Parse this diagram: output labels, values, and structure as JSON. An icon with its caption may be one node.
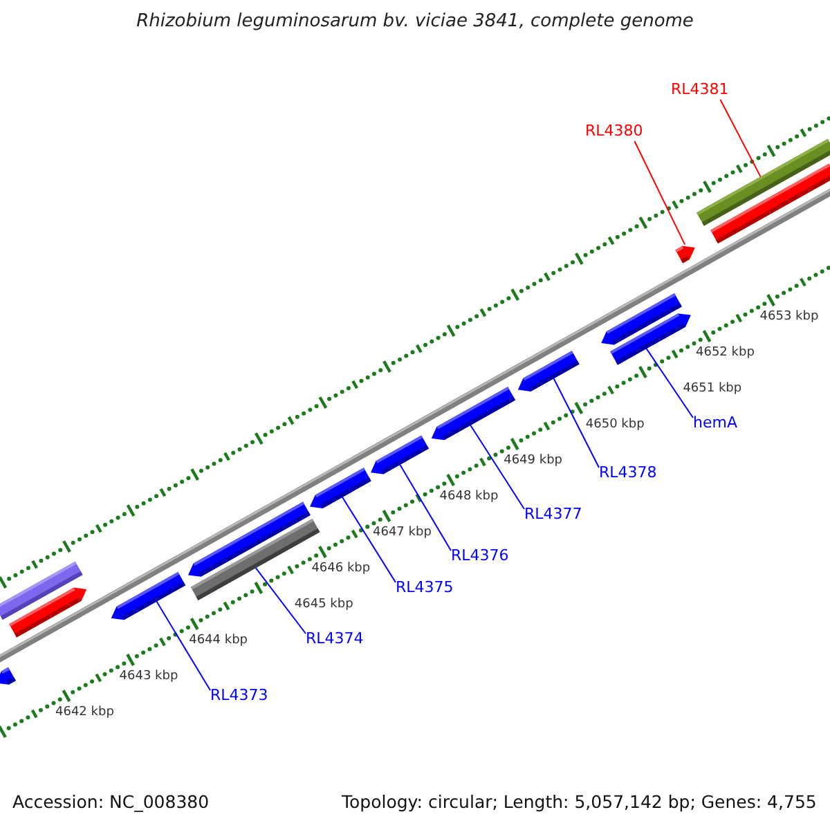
{
  "diagram": {
    "title": "Rhizobium leguminosarum bv. viciae 3841, complete genome",
    "nodes": [
      {
        "text": [
          "RL4381"
        ]
      },
      {
        "text": [
          "RL4380"
        ]
      },
      {
        "text": [
          "hemA"
        ]
      },
      {
        "text": [
          "RL4378"
        ]
      },
      {
        "text": [
          "RL4377"
        ]
      },
      {
        "text": [
          "RL4376"
        ]
      },
      {
        "text": [
          "RL4375"
        ]
      },
      {
        "text": [
          "RL4374"
        ]
      },
      {
        "text": [
          "RL4373"
        ]
      },
      {
        "text": [],
        "shape": "bar"
      },
      {
        "text": [],
        "shape": "pentagon"
      },
      {
        "text": [],
        "shape": "pentagon"
      },
      {
        "text": [],
        "shape": "pentagon"
      },
      {
        "text": [],
        "shape": "bar"
      },
      {
        "text": [],
        "shape": "pentagon"
      },
      {
        "text": [],
        "shape": "pentagon"
      },
      {
        "text": [],
        "shape": "pentagon"
      },
      {
        "text": [],
        "shape": "pentagon"
      },
      {
        "text": [],
        "shape": "pentagon"
      },
      {
        "text": [],
        "shape": "pentagon"
      },
      {
        "text": [],
        "shape": "pentagon"
      },
      {
        "text": [],
        "shape": "pentagon"
      },
      {
        "text": [],
        "shape": "bar"
      },
      {
        "text": [],
        "shape": "bar"
      }
    ],
    "edges": [
      {
        "from": 0,
        "to": 22,
        "arrow": "none",
        "color": "#ff0000"
      },
      {
        "from": 1,
        "to": 21,
        "arrow": "none",
        "color": "#ff0000"
      },
      {
        "from": 2,
        "to": 20,
        "arrow": "none"
      },
      {
        "from": 3,
        "to": 18,
        "arrow": "none"
      },
      {
        "from": 4,
        "to": 17,
        "arrow": "none"
      },
      {
        "from": 5,
        "to": 16,
        "arrow": "none"
      },
      {
        "from": 6,
        "to": 15,
        "arrow": "none"
      },
      {
        "from": 7,
        "to": 13,
        "arrow": "none"
      },
      {
        "from": 8,
        "to": 12,
        "arrow": "none"
      }
    ],
    "labels": [
      "4653 kbp",
      "4652 kbp",
      "4651 kbp",
      "4650 kbp",
      "4649 kbp",
      "4648 kbp",
      "4647 kbp",
      "4646 kbp",
      "4645 kbp",
      "4644 kbp",
      "4643 kbp",
      "4642 kbp",
      "Accession: NC_008380",
      "Topology: circular; Length: 5,057,142 bp; Genes: 4,755"
    ]
  }
}
